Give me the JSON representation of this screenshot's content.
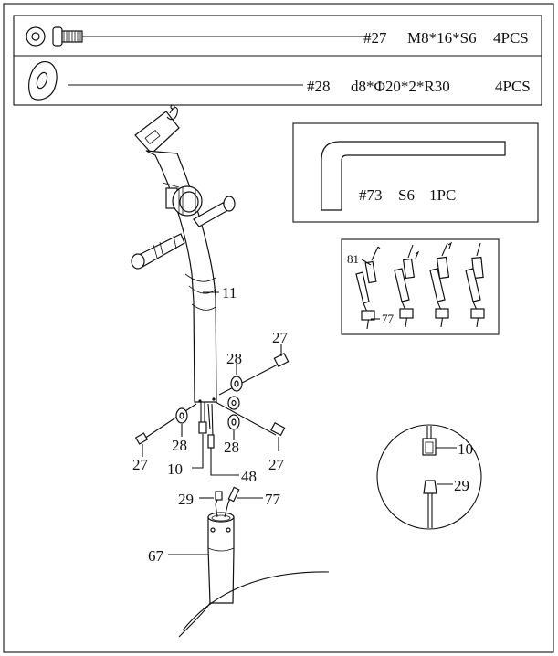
{
  "hardware": {
    "bolt": {
      "number": "#27",
      "spec": "M8*16*S6",
      "qty": "4PCS",
      "icon": "bolt-icon"
    },
    "washer": {
      "number": "#28",
      "spec": "d8*Φ20*2*R30",
      "qty": "4PCS",
      "icon": "curved-washer-icon"
    },
    "wrench": {
      "number": "#73",
      "spec": "S6",
      "qty": "1PC",
      "icon": "allen-wrench-icon"
    }
  },
  "callouts": {
    "tube_top": "11",
    "bolt_upper_right": "27",
    "washer_upper_right": "28",
    "bolt_left": "27",
    "washer_left": "28",
    "washer_center": "28",
    "bolt_right": "27",
    "cable_end_10": "10",
    "cable_48": "48",
    "connector_29": "29",
    "connector_77": "77",
    "tube_bottom": "67",
    "inset_81": "81",
    "inset_77": "77",
    "zoom_10": "10",
    "zoom_29": "29"
  }
}
